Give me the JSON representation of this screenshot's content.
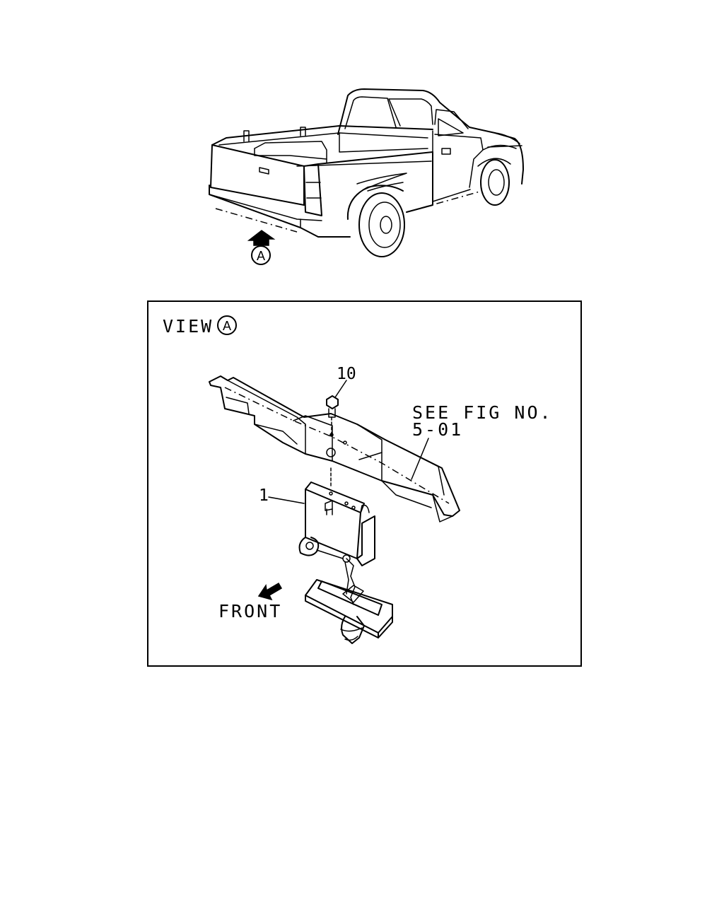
{
  "figure": {
    "view_marker": "A",
    "view_title": "VIEW",
    "part_labels": {
      "bolt": "10",
      "hanger": "1"
    },
    "reference_line1": "SEE FIG NO.",
    "reference_line2": "5-01",
    "direction_label": "FRONT"
  }
}
